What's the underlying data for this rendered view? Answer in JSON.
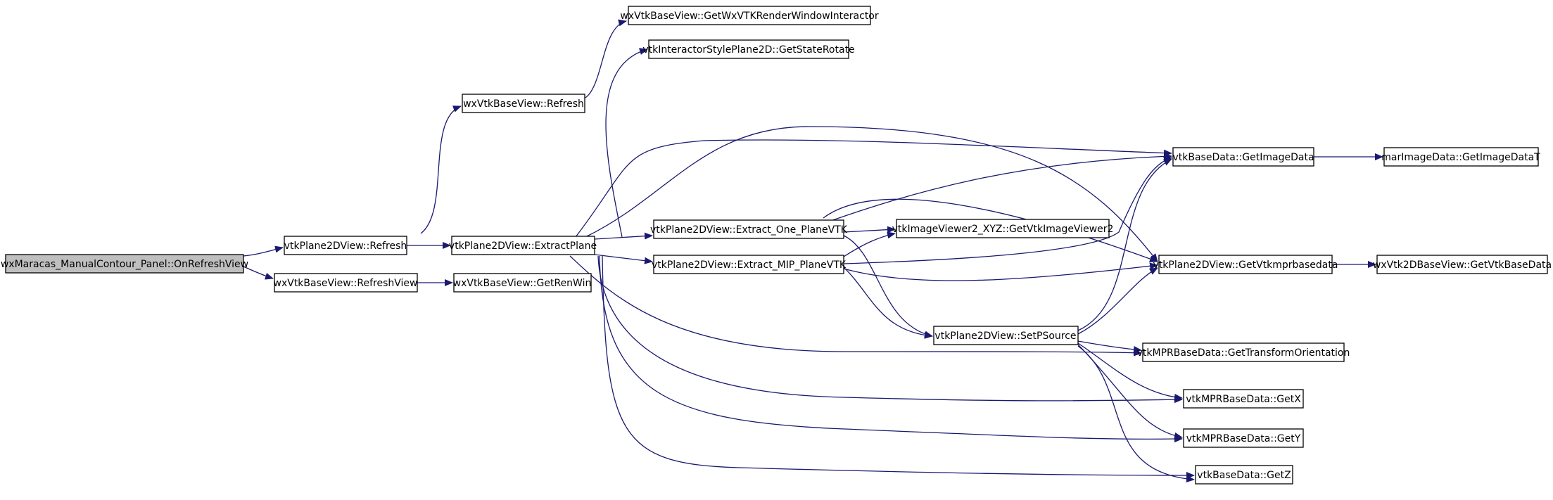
{
  "colors": {
    "edge": "#191970",
    "root_fill": "#bfbfbf",
    "node_fill": "#ffffff",
    "node_stroke": "#000000"
  },
  "nodes": {
    "root": "wxMaracas_ManualContour_Panel::OnRefreshView",
    "plane_refresh": "vtkPlane2DView::Refresh",
    "base_refreshview": "wxVtkBaseView::RefreshView",
    "base_refresh": "wxVtkBaseView::Refresh",
    "extractplane": "vtkPlane2DView::ExtractPlane",
    "getrenwin": "wxVtkBaseView::GetRenWin",
    "getwxvtkrwi": "wxVtkBaseView::GetWxVTKRenderWindowInteractor",
    "getstaterotate": "vtkInteractorStylePlane2D::GetStateRotate",
    "extract_one": "vtkPlane2DView::Extract_One_PlaneVTK",
    "extract_mip": "vtkPlane2DView::Extract_MIP_PlaneVTK",
    "getimagedata": "vtkBaseData::GetImageData",
    "getimageviewer2": "vtkImageViewer2_XYZ::GetVtkImageViewer2",
    "getvtkmprbasedata": "vtkPlane2DView::GetVtkmprbasedata",
    "setpsource": "vtkPlane2DView::SetPSource",
    "gettransform": "vtkMPRBaseData::GetTransformOrientation",
    "getx": "vtkMPRBaseData::GetX",
    "gety": "vtkMPRBaseData::GetY",
    "getz": "vtkBaseData::GetZ",
    "getimagedatat": "marImageData::GetImageDataT",
    "getvtkbasedata": "wxVtk2DBaseView::GetVtkBaseData"
  }
}
